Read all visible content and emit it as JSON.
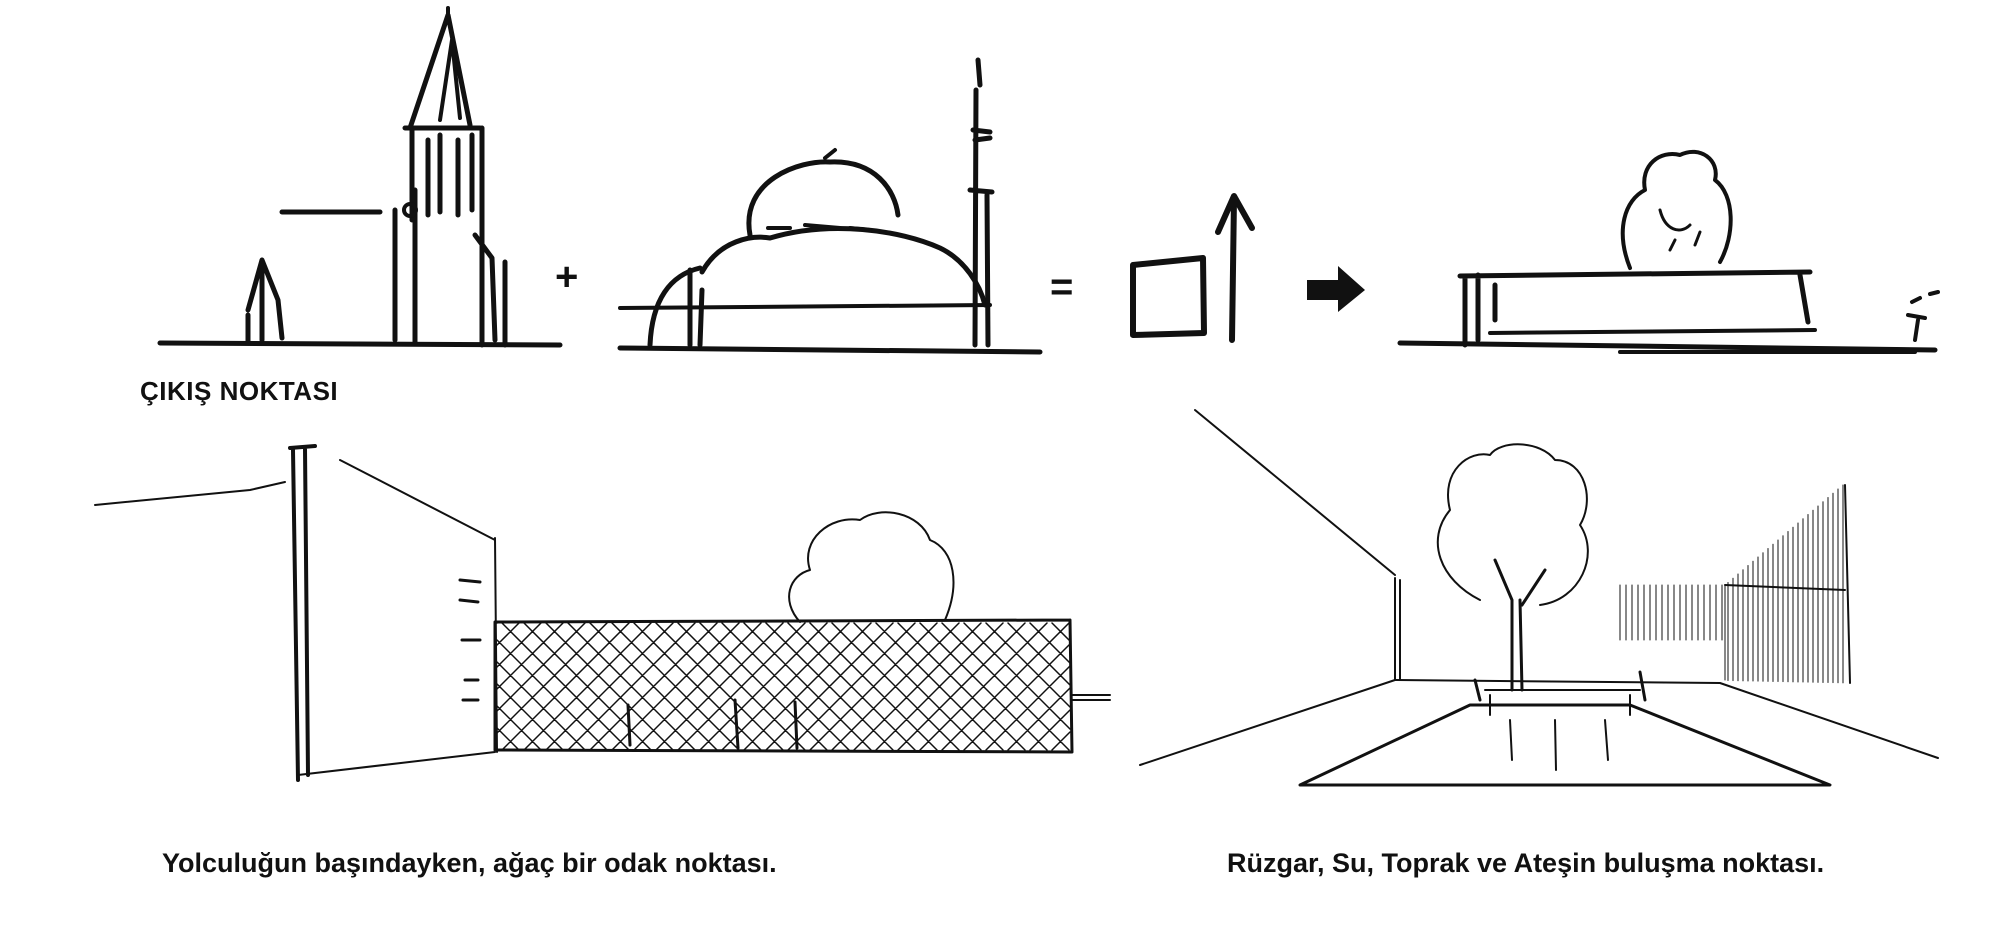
{
  "labels": {
    "start_point": "ÇIKIŞ NOKTASI",
    "caption_left": "Yolculuğun başındayken, ağaç bir odak noktası.",
    "caption_right": "Rüzgar, Su, Toprak ve Ateşin buluşma noktası."
  },
  "equation": {
    "plus": "+",
    "equals": "="
  },
  "colors": {
    "ink": "#111111",
    "paper": "#ffffff"
  }
}
